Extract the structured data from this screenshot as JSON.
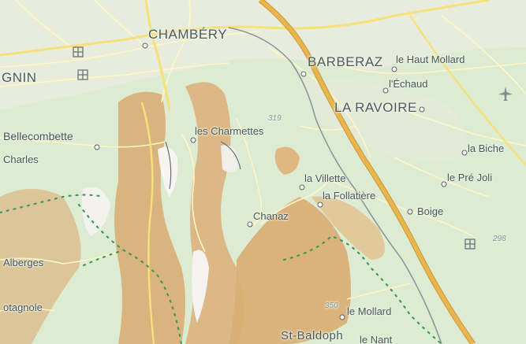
{
  "map": {
    "labels": {
      "chambery": "CHAMBÉRY",
      "barberaz": "BARBERAZ",
      "la_ravoire": "LA RAVOIRE",
      "gnin": "GNIN",
      "le_haut_mollard": "le Haut Mollard",
      "l_echaud": "l'Échaud",
      "bellecombette": "Bellecombette",
      "charles": "Charles",
      "les_charmettes": "les Charmettes",
      "la_biche": "la Biche",
      "le_pre_joli": "le Pré Joli",
      "la_villette": "la Villette",
      "la_follatiere": "la Follatière",
      "chanaz": "Chanaz",
      "boige": "Boige",
      "alberges": "Alberges",
      "otagnole": "otagnole",
      "le_mollard": "le Mollard",
      "st_baldoph": "St-Baldoph",
      "le_nant": "le Nant"
    },
    "elevations": {
      "e319": "319",
      "e298": "298",
      "e350": "350"
    },
    "icons": [
      "church-icon",
      "airfield-icon",
      "village-dot-icon"
    ],
    "colors": {
      "land": "#dcebd2",
      "urban": "#e9ecdf",
      "relief": "#d7ad74",
      "relief_light": "#e6c596",
      "rock": "#f4f4f2",
      "major_road": "#e8b64c",
      "minor_road": "#fff3b0",
      "railway": "#8f969a",
      "trail": "#3f9a5a"
    }
  }
}
